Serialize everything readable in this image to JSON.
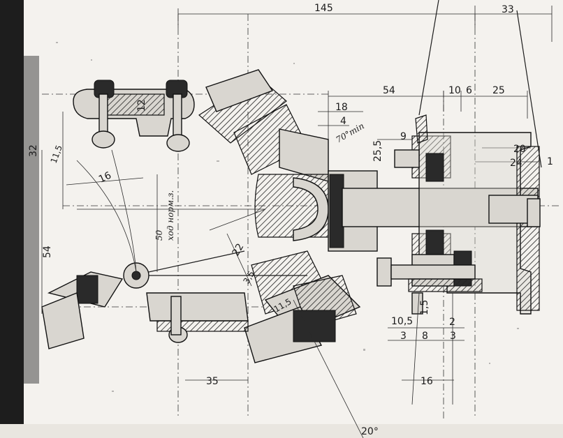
{
  "dimensions": {
    "top_overall": "145",
    "top_right": "33",
    "shaft_54": "54",
    "shaft_10": "10",
    "shaft_6": "6",
    "shaft_25": "25",
    "d18": "18",
    "d4": "4",
    "angle_70": "70°min",
    "d25_5": "25,5",
    "d9": "9",
    "d20": "20",
    "d24": "24",
    "d1": "1",
    "bolt_12": "12",
    "left_32": "32",
    "left_115": "11,5",
    "r16": "16",
    "left_54": "54",
    "stroke_50": "50",
    "stroke_note": "ход норм.з.",
    "d22": "22",
    "d35_left": "3,5",
    "d115_mid": "11,5",
    "d10_5": "10,5",
    "d3a": "3",
    "d8": "8",
    "d3b": "3",
    "d1_5": "1,5",
    "d2": "2",
    "bottom_35": "35",
    "bottom_16": "16",
    "angle_20": "20°"
  }
}
